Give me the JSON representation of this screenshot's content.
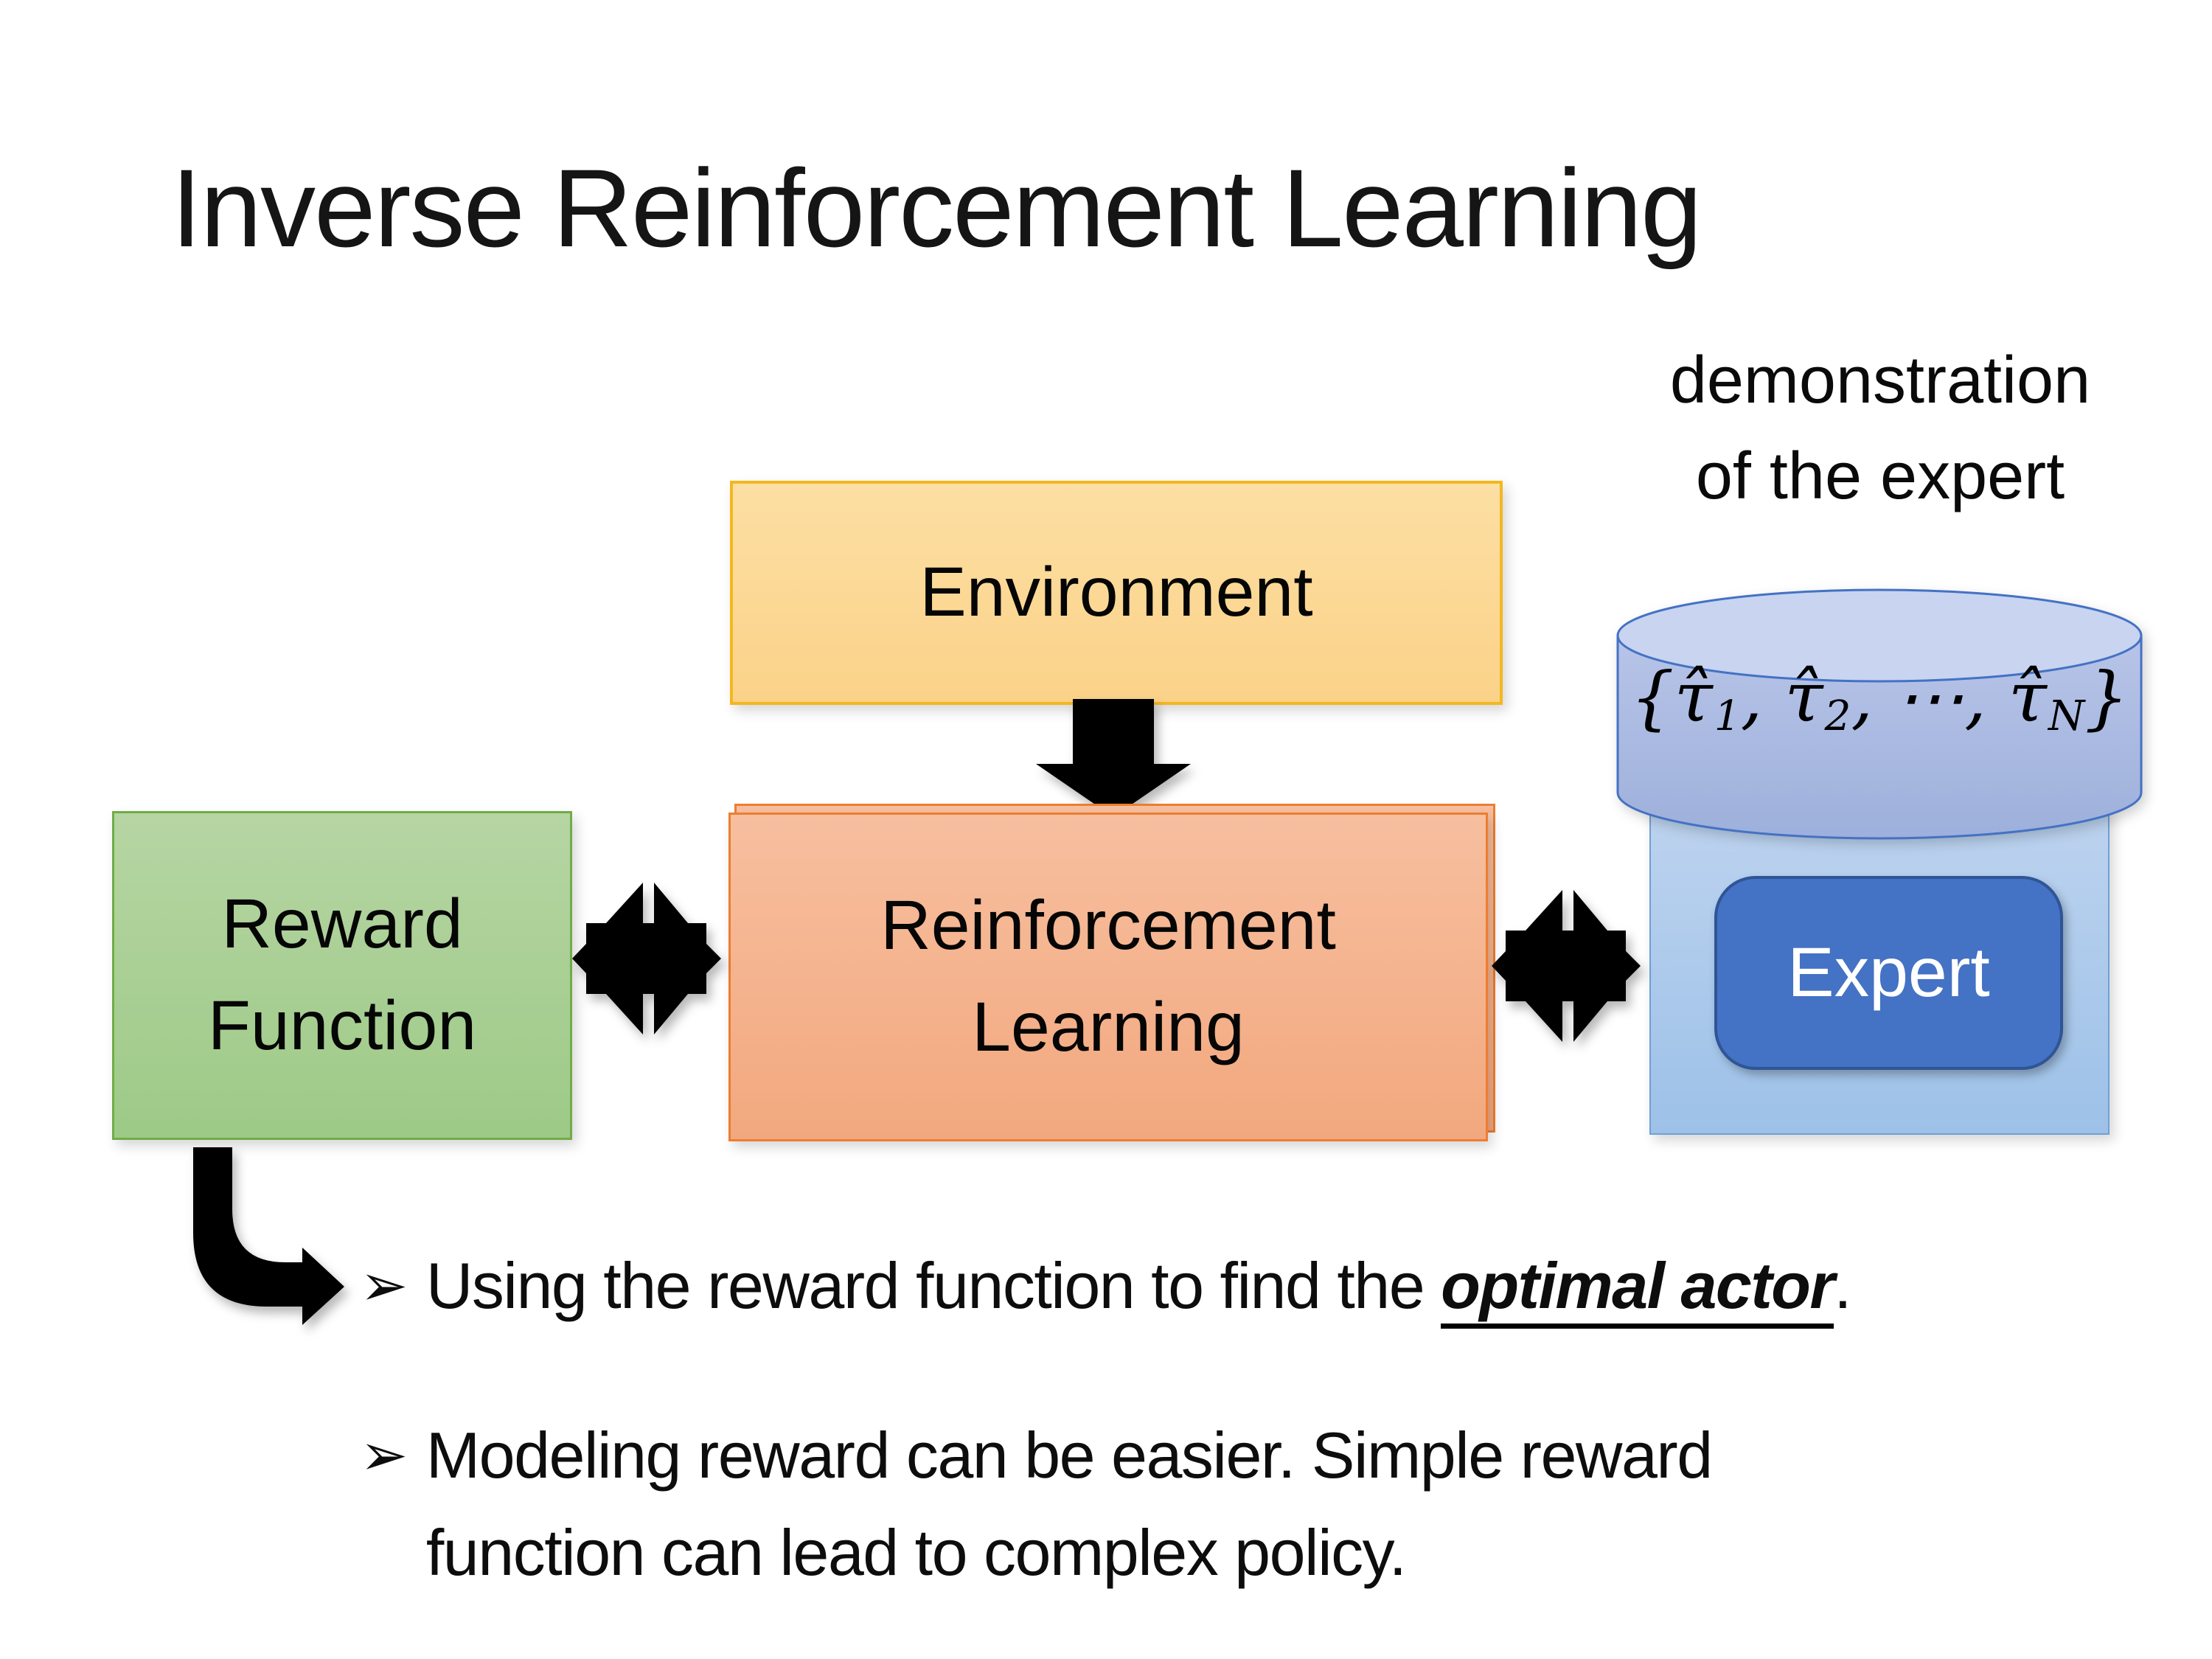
{
  "title": "Inverse Reinforcement Learning",
  "annotation": {
    "line1": "demonstration",
    "line2": "of the expert"
  },
  "formula": {
    "open": "{",
    "t1": "τ̂",
    "s1": "1",
    "sep1": ", ",
    "t2": "τ̂",
    "s2": "2",
    "sep2": ", ",
    "dots": "⋯",
    "sep3": ", ",
    "t3": "τ̂",
    "s3": "N",
    "close": "}"
  },
  "boxes": {
    "environment": {
      "label": "Environment"
    },
    "reward_function": {
      "line1": "Reward",
      "line2": "Function"
    },
    "reinforcement_learning": {
      "line1": "Reinforcement",
      "line2": "Learning"
    },
    "expert": {
      "label": "Expert"
    }
  },
  "bullets": {
    "marker": "➢",
    "item1": {
      "prefix": "Using the reward function to find the ",
      "emphasis": "optimal actor",
      "suffix": "."
    },
    "item2": {
      "line1": "Modeling reward can be easier. Simple reward",
      "line2": "function can lead to complex policy."
    }
  },
  "colors": {
    "environment_fill_top": "#FCDFA3",
    "environment_fill_bottom": "#FBD289",
    "environment_border": "#F3B81F",
    "reward_fill_top": "#B6D5A3",
    "reward_fill_bottom": "#9DCA87",
    "reward_border": "#70AD47",
    "rl_fill_top": "#F7BF9F",
    "rl_fill_bottom": "#F2A87E",
    "rl_border": "#ED7D31",
    "expert_container_fill_top": "#BDD3EF",
    "expert_container_fill_bottom": "#9DC1E8",
    "expert_container_border": "#6FA0D4",
    "expert_button_fill": "#4472C4",
    "expert_button_border": "#2F5597",
    "cylinder_body_top": "#B8C4E8",
    "cylinder_body_bottom": "#9DB0DB",
    "cylinder_top_fill": "#C8D4F0",
    "cylinder_border": "#4472C4",
    "arrow_color": "#000000"
  }
}
